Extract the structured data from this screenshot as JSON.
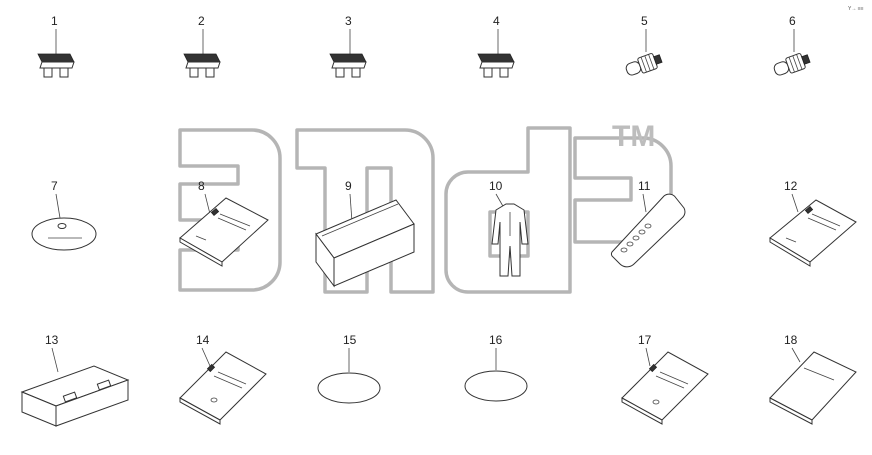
{
  "watermark": {
    "mark": "TM",
    "logo_icon": "brand-logo-outline"
  },
  "corner_note": "Y→ ≡≡",
  "parts": [
    {
      "number": "1",
      "icon": "blade-fuse-icon"
    },
    {
      "number": "2",
      "icon": "blade-fuse-icon"
    },
    {
      "number": "3",
      "icon": "blade-fuse-icon"
    },
    {
      "number": "4",
      "icon": "blade-fuse-icon"
    },
    {
      "number": "5",
      "icon": "bulb-icon"
    },
    {
      "number": "6",
      "icon": "bulb-icon"
    },
    {
      "number": "7",
      "icon": "cd-disc-icon"
    },
    {
      "number": "8",
      "icon": "manual-booklet-icon"
    },
    {
      "number": "9",
      "icon": "storage-box-icon"
    },
    {
      "number": "10",
      "icon": "overalls-icon"
    },
    {
      "number": "11",
      "icon": "key-fob-icon"
    },
    {
      "number": "12",
      "icon": "manual-booklet-icon"
    },
    {
      "number": "13",
      "icon": "tool-case-icon"
    },
    {
      "number": "14",
      "icon": "manual-booklet-icon"
    },
    {
      "number": "15",
      "icon": "oval-placeholder-icon"
    },
    {
      "number": "16",
      "icon": "oval-placeholder-icon"
    },
    {
      "number": "17",
      "icon": "manual-booklet-icon"
    },
    {
      "number": "18",
      "icon": "plain-booklet-icon"
    }
  ]
}
